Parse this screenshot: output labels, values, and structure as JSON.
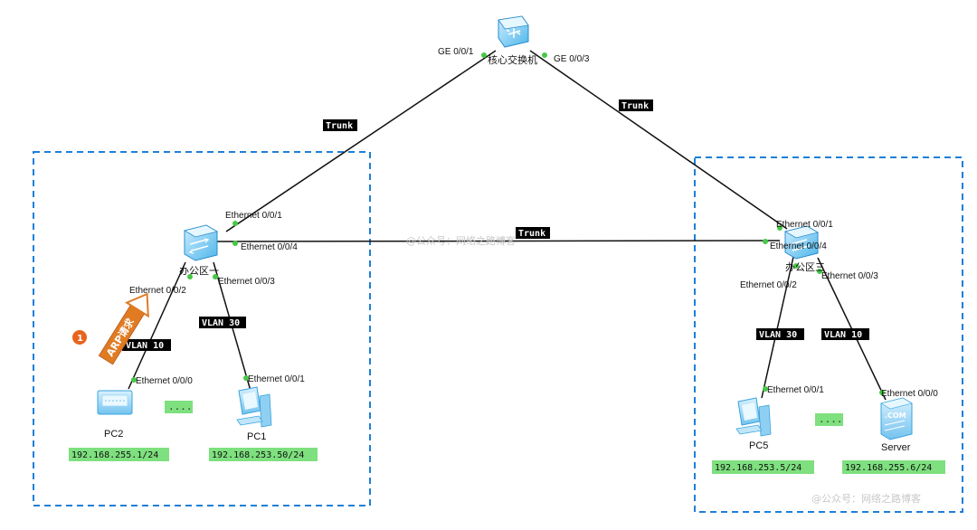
{
  "devices": {
    "core": {
      "label": "核心交换机",
      "port_left": "GE 0/0/1",
      "port_right": "GE 0/0/3"
    },
    "office1": {
      "label": "办公区一",
      "port_up": "Ethernet 0/0/1",
      "port_right": "Ethernet 0/0/4",
      "port_left_down": "Ethernet 0/0/2",
      "port_right_down": "Ethernet 0/0/3"
    },
    "office3": {
      "label": "办公区三",
      "port_up": "Ethernet 0/0/1",
      "port_left": "Ethernet 0/0/4",
      "port_left_down": "Ethernet 0/0/2",
      "port_right_down": "Ethernet 0/0/3"
    },
    "pc2": {
      "label": "PC2",
      "port": "Ethernet 0/0/0",
      "ip": "192.168.255.1/24"
    },
    "pc1": {
      "label": "PC1",
      "port": "Ethernet 0/0/1",
      "ip": "192.168.253.50/24"
    },
    "pc5": {
      "label": "PC5",
      "port": "Ethernet 0/0/1",
      "ip": "192.168.253.5/24"
    },
    "server": {
      "label": "Server",
      "port": "Ethernet 0/0/0",
      "ip": "192.168.255.6/24"
    }
  },
  "links": {
    "trunk_left": "Trunk",
    "trunk_right": "Trunk",
    "trunk_middle": "Trunk",
    "vlan_pc2": "VLAN 10",
    "vlan_pc1": "VLAN 30",
    "vlan_pc5": "VLAN 30",
    "vlan_server": "VLAN 10"
  },
  "ellipsis_left": "....",
  "ellipsis_right": "....",
  "annotation": {
    "step": "1",
    "label": "ARP请求"
  },
  "watermarks": {
    "center": "@公众号：网络之路博客",
    "bottom_right": "@公众号：网络之路博客"
  },
  "colors": {
    "area_border": "#1e7fd8",
    "tag_bg": "#000000",
    "ip_bg": "#7ee07e",
    "port_dot": "#46c846",
    "arrow": "#e07b22",
    "step_circle": "#e8641e"
  }
}
